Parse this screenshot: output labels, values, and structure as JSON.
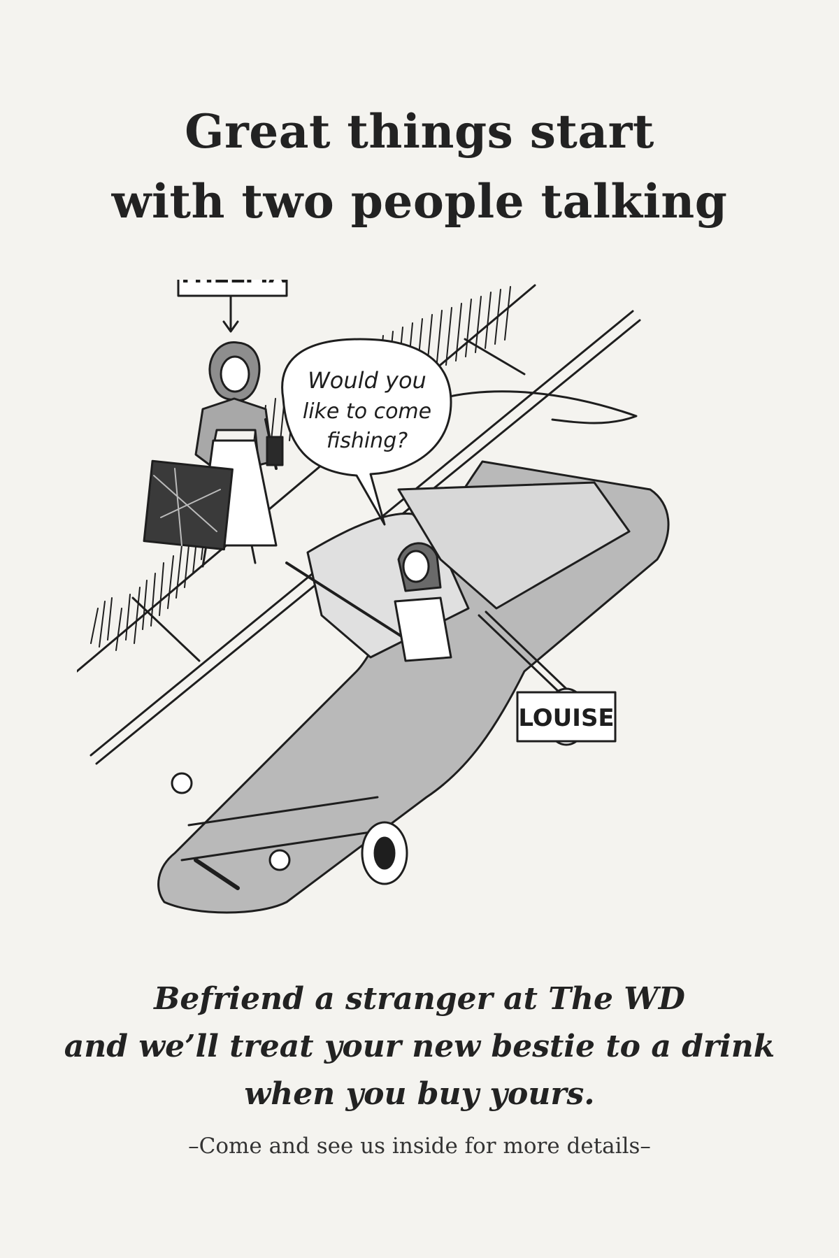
{
  "headline": {
    "line1": "Great things start",
    "line2": "with two people talking"
  },
  "illustration": {
    "label_left": "THELMA",
    "label_right": "LOUISE",
    "speech_line1": "Would you",
    "speech_line2": "like to come",
    "speech_line3": "fishing?"
  },
  "tagline": {
    "line1": "Befriend a stranger at The WD",
    "line2": "and we’ll treat your new bestie to a drink",
    "line3": "when you buy yours."
  },
  "footnote": "–Come and see us inside for more details–",
  "colors": {
    "background": "#f4f3ef",
    "ink": "#222222",
    "car": "#b9b9b9"
  }
}
